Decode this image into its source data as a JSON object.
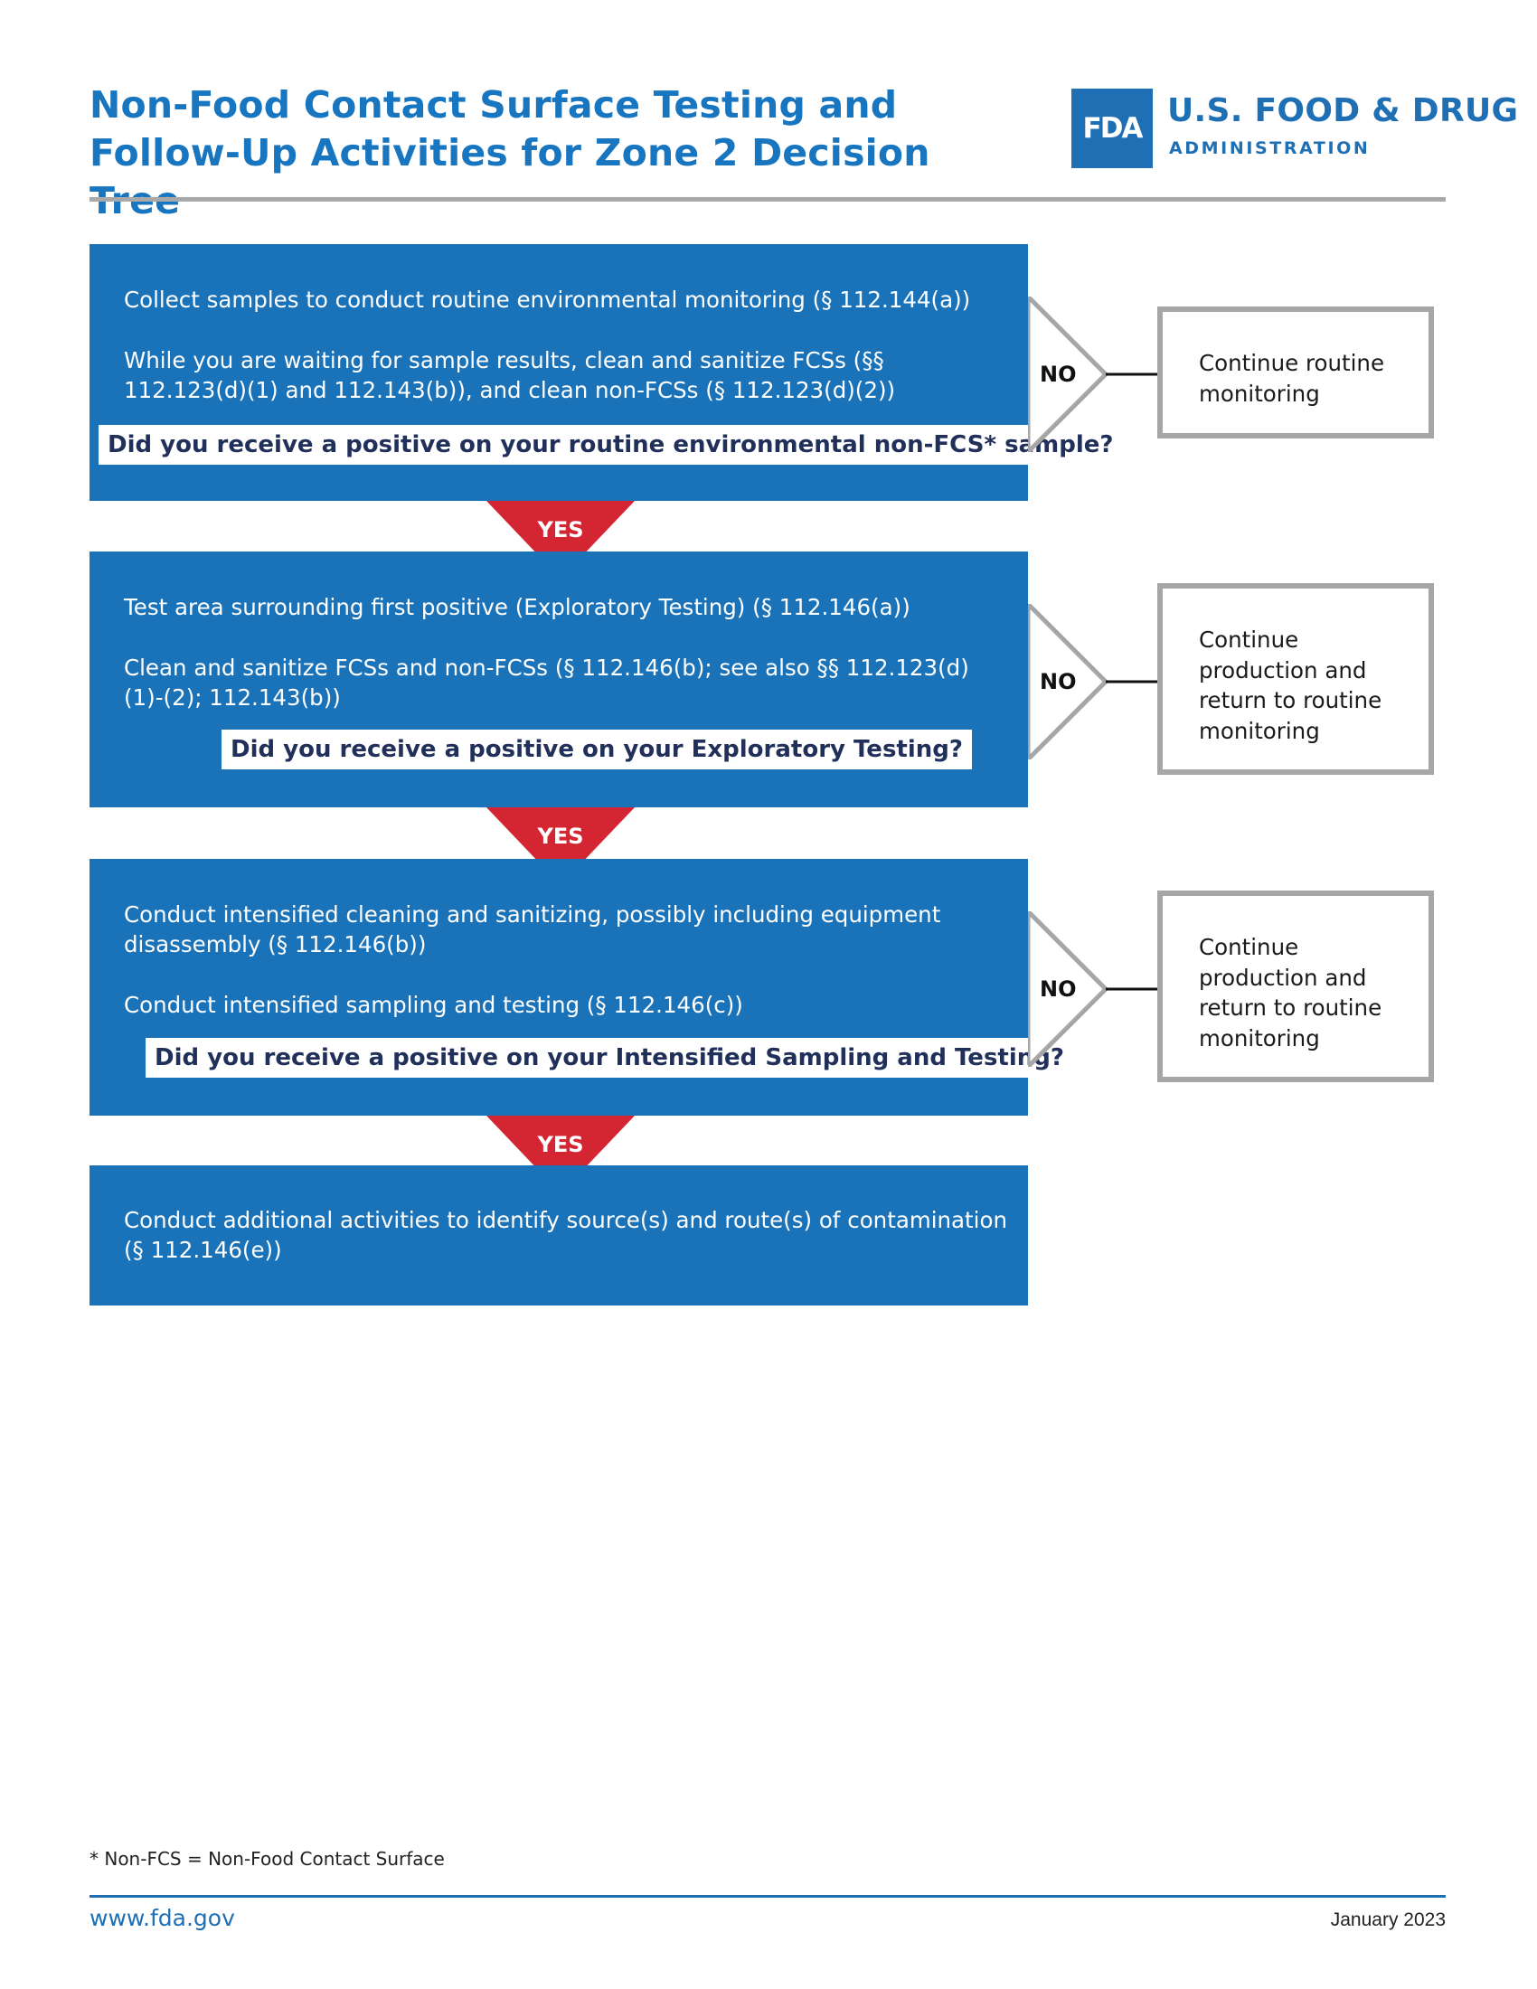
{
  "header": {
    "title_lines": [
      "Non-Food Contact Surface Testing and",
      "Follow-Up Activities for Zone 2 Decision Tree"
    ],
    "logo_mark": "FDA",
    "logo_name": "U.S. FOOD & DRUG",
    "logo_subtitle": "ADMINISTRATION"
  },
  "colors": {
    "title_blue": "#1875bf",
    "step_blue": "#1a72b9",
    "yes_red": "#d42532",
    "outcome_border": "#a6a6a6",
    "question_text": "#21305a"
  },
  "steps": [
    {
      "paragraphs": [
        "Collect samples to conduct routine environmental monitoring (§ 112.144(a))",
        "While you are waiting for sample results, clean and sanitize FCSs (§§ 112.123(d)(1) and 112.143(b)), and clean non-FCSs (§ 112.123(d)(2))"
      ],
      "question": "Did you receive a positive on your routine environmental non-FCS* sample?"
    },
    {
      "paragraphs": [
        "Test area surrounding first positive (Exploratory Testing) (§ 112.146(a))",
        "Clean and sanitize FCSs and non-FCSs (§ 112.146(b); see also §§ 112.123(d)(1)-(2); 112.143(b))"
      ],
      "question": "Did you receive a positive on your Exploratory Testing?"
    },
    {
      "paragraphs": [
        "Conduct intensified cleaning and sanitizing, possibly including equipment disassembly (§ 112.146(b))",
        "Conduct intensified sampling and testing (§ 112.146(c))"
      ],
      "question": "Did you receive a positive on your Intensified Sampling and Testing?"
    },
    {
      "paragraphs": [
        "Conduct additional activities to identify source(s) and route(s) of contamination (§ 112.146(e))"
      ]
    }
  ],
  "yes_label": "YES",
  "no_label": "NO",
  "outcomes": [
    "Continue routine monitoring",
    "Continue production and return to routine monitoring",
    "Continue production and return to routine monitoring"
  ],
  "footnote": "* Non-FCS = Non-Food Contact Surface",
  "footer": {
    "url": "www.fda.gov",
    "date": "January 2023"
  }
}
